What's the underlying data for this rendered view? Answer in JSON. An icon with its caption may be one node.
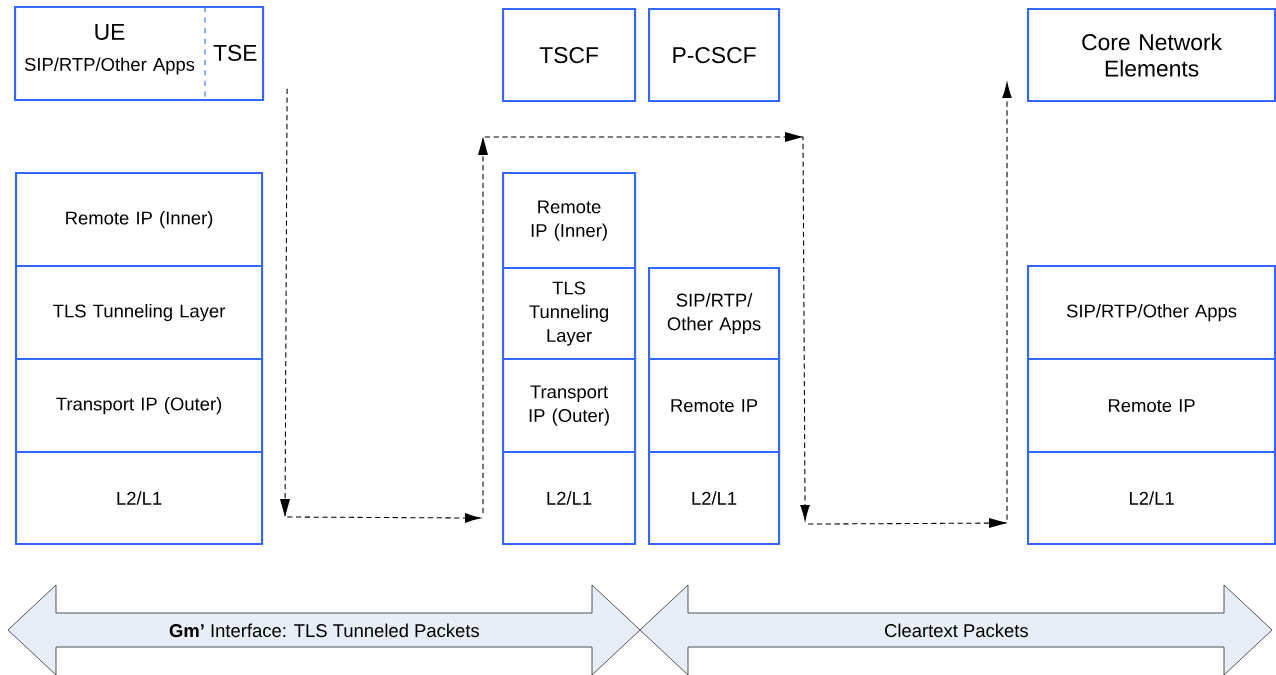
{
  "diagram": {
    "nodes": [
      {
        "text": [
          "UE",
          "SIP/RTP/Other Apps"
        ]
      },
      {
        "text": [
          "TSE"
        ],
        "in": 0
      },
      {
        "text": [
          "TSCF"
        ]
      },
      {
        "text": [
          "P-CSCF"
        ]
      },
      {
        "text": [
          "Core Network Elements"
        ]
      },
      {
        "text": [
          "Remote IP (Inner)"
        ]
      },
      {
        "text": [
          "TLS Tunneling Layer"
        ]
      },
      {
        "text": [
          "Transport IP (Outer)"
        ]
      },
      {
        "text": [
          "L2/L1"
        ]
      },
      {
        "text": [
          "Remote IP (Inner)"
        ]
      },
      {
        "text": [
          "TLS Tunneling Layer"
        ]
      },
      {
        "text": [
          "Transport IP (Outer)"
        ]
      },
      {
        "text": [
          "L2/L1"
        ]
      },
      {
        "text": [
          "SIP/RTP/ Other Apps"
        ]
      },
      {
        "text": [
          "Remote IP"
        ]
      },
      {
        "text": [
          "L2/L1"
        ]
      },
      {
        "text": [
          "SIP/RTP/Other Apps"
        ]
      },
      {
        "text": [
          "Remote IP"
        ]
      },
      {
        "text": [
          "L2/L1"
        ]
      },
      {
        "text": [
          "**Gm’** Interface: TLS Tunneled Packets"
        ]
      },
      {
        "text": [
          "Cleartext Packets"
        ]
      }
    ],
    "edges": [
      {
        "from": 1,
        "to": 12,
        "arrow": "to",
        "style": "dashed"
      },
      {
        "from": 12,
        "to": 15,
        "arrow": "to",
        "style": "dashed"
      },
      {
        "from": 15,
        "to": 4,
        "arrow": "to",
        "style": "dashed"
      }
    ]
  }
}
